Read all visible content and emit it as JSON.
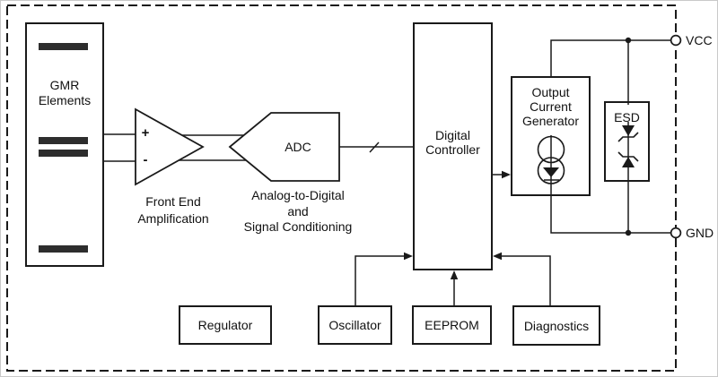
{
  "blocks": {
    "gmr": {
      "label": "GMR\nElements"
    },
    "amplifier": {
      "plus": "+",
      "minus": "-",
      "caption": "Front End\nAmplification"
    },
    "adc": {
      "label": "ADC",
      "caption": "Analog-to-Digital\nand\nSignal Conditioning"
    },
    "digital_controller": {
      "label": "Digital\nController"
    },
    "output_current_generator": {
      "label": "Output\nCurrent\nGenerator"
    },
    "esd": {
      "label": "ESD"
    },
    "regulator": {
      "label": "Regulator"
    },
    "oscillator": {
      "label": "Oscillator"
    },
    "eeprom": {
      "label": "EEPROM"
    },
    "diagnostics": {
      "label": "Diagnostics"
    }
  },
  "pins": {
    "vcc": {
      "label": "VCC"
    },
    "gnd": {
      "label": "GND"
    }
  },
  "colors": {
    "line": "#1a1a1a",
    "element_bar": "#2d2d2d",
    "background": "#ffffff"
  }
}
